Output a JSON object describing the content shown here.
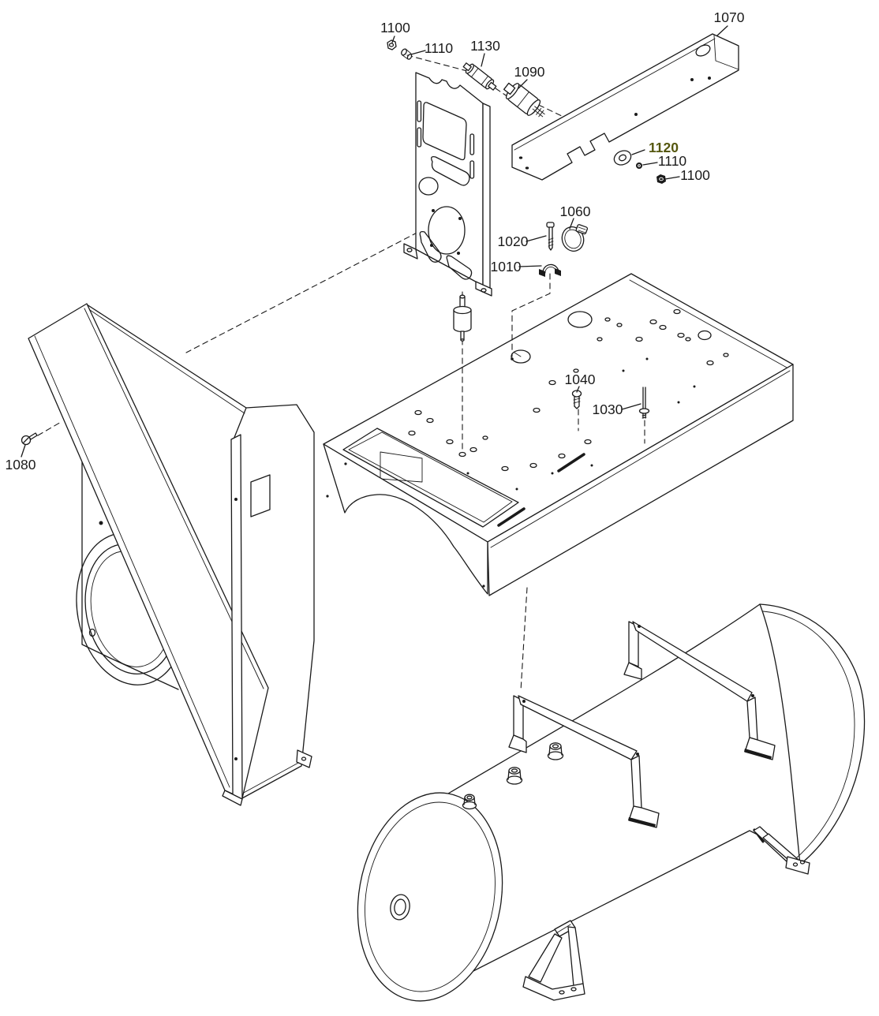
{
  "diagram": {
    "background": "#ffffff",
    "line_color": "#1a1a1a",
    "highlight_color": "#f6f64e",
    "highlighted_label": "1120"
  },
  "callouts": {
    "nut_top": {
      "label": "1100"
    },
    "pin_top": {
      "label": "1110"
    },
    "damper_small": {
      "label": "1130"
    },
    "damper_large": {
      "label": "1090"
    },
    "support_beam": {
      "label": "1070"
    },
    "washer": {
      "label": "1120",
      "highlighted": true
    },
    "pin_mid": {
      "label": "1110"
    },
    "nut_mid": {
      "label": "1100"
    },
    "hose_clamp": {
      "label": "1060"
    },
    "bolt_small": {
      "label": "1020"
    },
    "cable_clamp": {
      "label": "1010"
    },
    "screw_pan": {
      "label": "1040"
    },
    "screw_long": {
      "label": "1030"
    },
    "screw_side": {
      "label": "1080"
    }
  }
}
